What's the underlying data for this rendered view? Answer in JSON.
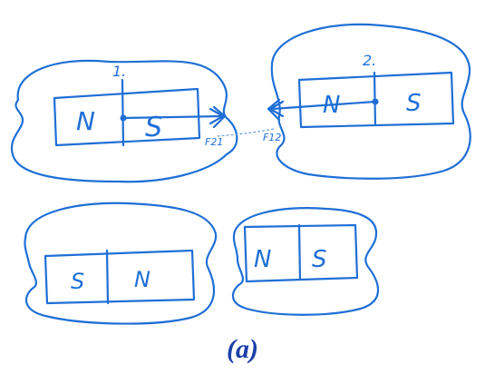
{
  "caption": "(a)",
  "ink_color": "#1f6fd6",
  "caption_color": "#1c3fa8",
  "magnets": {
    "magnet1": {
      "number": "1.",
      "left_pole": "N",
      "right_pole": "S"
    },
    "magnet2": {
      "number": "2.",
      "left_pole": "N",
      "right_pole": "S"
    },
    "magnet3": {
      "left_pole": "S",
      "right_pole": "N"
    },
    "magnet4": {
      "left_pole": "N",
      "right_pole": "S"
    }
  },
  "forces": {
    "f21": "F21",
    "f12": "F12"
  }
}
